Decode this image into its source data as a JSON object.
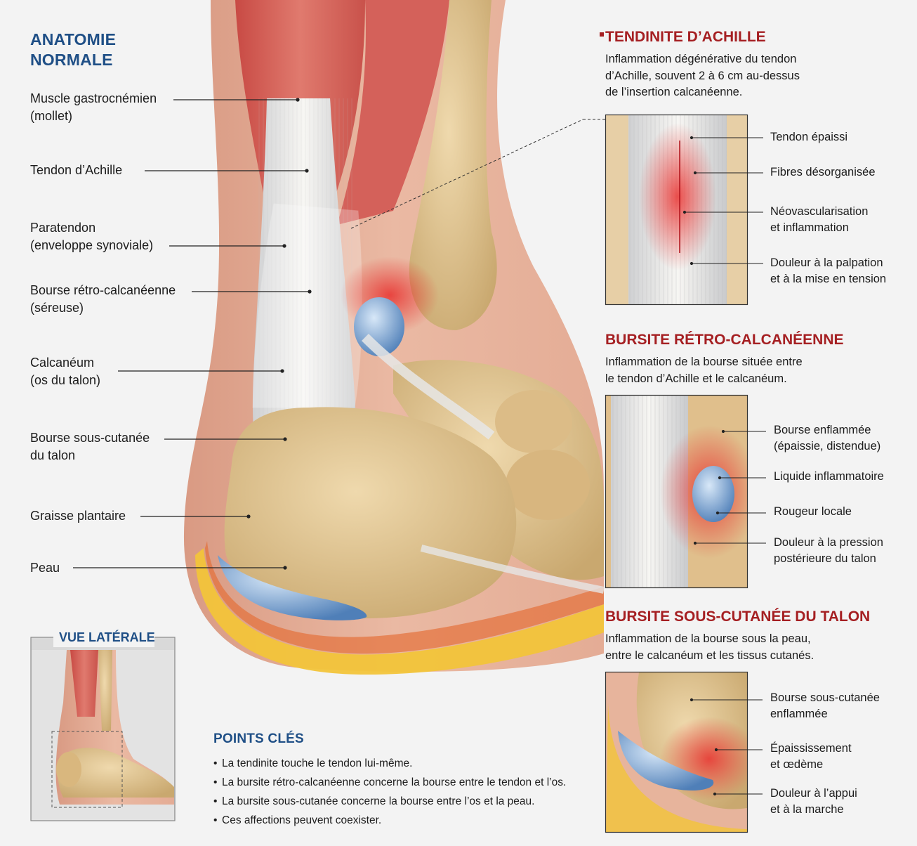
{
  "normal": {
    "title": "ANATOMIE\nNORMALE",
    "labels": [
      "Muscle gastrocnémien\n(mollet)",
      "Tendon d’Achille",
      "Paratendon\n(enveloppe synoviale)",
      "Bourse rétro-calcanéenne\n(séreuse)",
      "Calcanéum\n(os du talon)",
      "Bourse sous-cutanée\ndu talon",
      "Graisse plantaire",
      "Peau"
    ]
  },
  "tendinite": {
    "title": "TENDINITE D’ACHILLE",
    "desc": "Inflammation dégénérative du tendon\nd’Achille, souvent 2 à 6 cm au-dessus\nde l’insertion calcanéenne.",
    "labels": [
      "Tendon épaissi",
      "Fibres désorganisée",
      "Néovascularisation\net inflammation",
      "Douleur à la palpation\net à la mise en tension"
    ]
  },
  "retro": {
    "title": "BURSITE RÉTRO-CALCANÉENNE",
    "desc": "Inflammation de la bourse située entre\nle tendon d’Achille et le calcanéum.",
    "labels": [
      "Bourse enflammée\n(épaissie, distendue)",
      "Liquide inflammatoire",
      "Rougeur locale",
      "Douleur à la pression\npostérieure du talon"
    ]
  },
  "sous": {
    "title": "BURSITE SOUS-CUTANÉE DU TALON",
    "desc": "Inflammation de la bourse sous la peau,\nentre le calcanéum et les tissus cutanés.",
    "labels": [
      "Bourse sous-cutanée\nenflammée",
      "Épaississement\net œdème",
      "Douleur à l’appui\net à la marche"
    ]
  },
  "lateral": {
    "title": "VUE LATÉRALE"
  },
  "points": {
    "title": "POINTS CLÉS",
    "items": [
      "La tendinite touche le tendon lui-même.",
      "La bursite rétro-calcanéenne concerne la bourse entre le tendon et l’os.",
      "La bursite sous-cutanée concerne la bourse entre l’os et la peau.",
      "Ces affections peuvent coexister."
    ]
  },
  "colors": {
    "heading_blue": "#1f4f86",
    "heading_red": "#a51f22",
    "bone": "#e3c99a",
    "muscle": "#d9675c",
    "tendon": "#ecebe8",
    "bursa": "#7aa6d6",
    "inflammation": "#e8302e",
    "fat": "#f2c43a"
  }
}
